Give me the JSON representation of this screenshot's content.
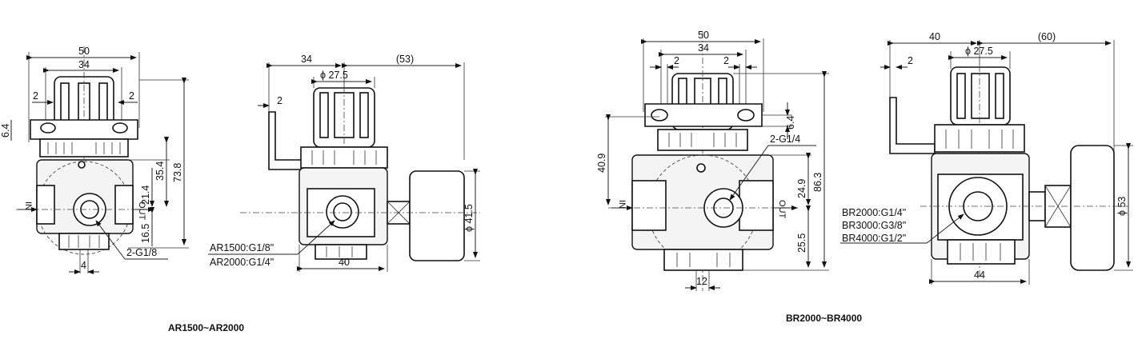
{
  "captions": {
    "left": "AR1500~AR2000",
    "right": "BR2000~BR4000"
  },
  "ar": {
    "front": {
      "d50": "50",
      "d34": "34",
      "d2a": "2",
      "d2b": "2",
      "d64": "6.4",
      "d354": "35.4",
      "d738": "73.8",
      "d214": "21.4",
      "d165": "16.5",
      "in": "IN",
      "out": "OUT",
      "port": "2-G1/8",
      "d4": "4"
    },
    "side": {
      "d34": "34",
      "d53": "(53)",
      "phi275": "ϕ 27.5",
      "d2": "2",
      "phi415": "ϕ 41.5",
      "d40": "40",
      "port1": "AR1500:G1/8\"",
      "port2": "AR2000:G1/4\""
    }
  },
  "br": {
    "front": {
      "d50": "50",
      "d34": "34",
      "d2a": "2",
      "d2b": "2",
      "d64": "6.4",
      "d409": "40.9",
      "port": "2-G1/4",
      "d249": "24.9",
      "d863": "86.3",
      "d255": "25.5",
      "in": "IN",
      "out": "OUT",
      "d12": "12"
    },
    "side": {
      "d40": "40",
      "d60": "(60)",
      "phi275": "ϕ 27.5",
      "d2": "2",
      "phi53": "ϕ 53",
      "d44": "44",
      "port1": "BR2000:G1/4\"",
      "port2": "BR3000:G3/8\"",
      "port3": "BR4000:G1/2\""
    }
  }
}
